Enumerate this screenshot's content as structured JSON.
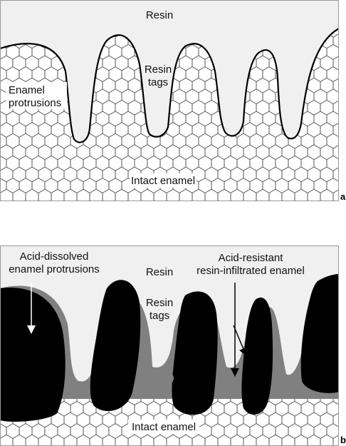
{
  "panel_a": {
    "letter": "a",
    "labels": {
      "resin": "Resin",
      "resin_tags_1": "Resin",
      "resin_tags_2": "tags",
      "enamel_protrusions_1": "Enamel",
      "enamel_protrusions_2": "protrusions",
      "intact_enamel": "Intact enamel"
    }
  },
  "panel_b": {
    "letter": "b",
    "labels": {
      "acid_dissolved_1": "Acid-dissolved",
      "acid_dissolved_2": "enamel protrusions",
      "resin": "Resin",
      "resin_tags_1": "Resin",
      "resin_tags_2": "tags",
      "acid_resistant_1": "Acid-resistant",
      "acid_resistant_2": "resin-infiltrated enamel",
      "intact_enamel": "Intact enamel"
    }
  },
  "colors": {
    "resin_bg": "#f0f0f0",
    "enamel_pattern": "#444444",
    "dissolved": "#000000",
    "infiltrated": "#808080"
  }
}
